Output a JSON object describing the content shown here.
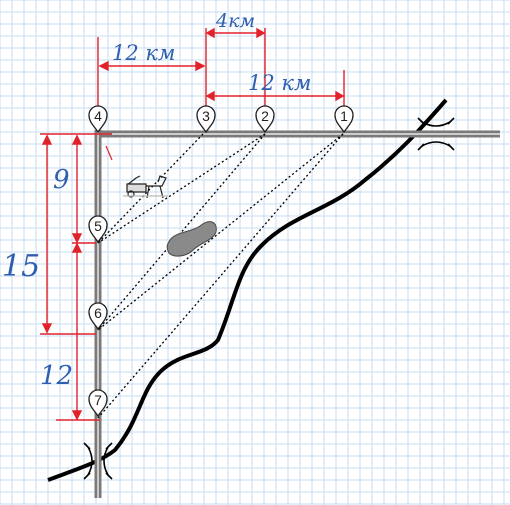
{
  "colors": {
    "grid": "#c9dcf2",
    "road": "#7a7a7a",
    "road_center": "#ffffff",
    "river": "#000000",
    "measure": "#e2222a",
    "measure_text": "#2f5fb0",
    "vertical_text": "#c8223a",
    "marker_fill": "#ffffff",
    "marker_stroke": "#222222",
    "lake": "#8a8a8a"
  },
  "markers": [
    {
      "id": "1",
      "label": "1"
    },
    {
      "id": "2",
      "label": "2"
    },
    {
      "id": "3",
      "label": "3"
    },
    {
      "id": "4",
      "label": "4"
    },
    {
      "id": "5",
      "label": "5"
    },
    {
      "id": "6",
      "label": "6"
    },
    {
      "id": "7",
      "label": "7"
    }
  ],
  "measurements": {
    "top_left_distance": "12 км",
    "top_small_distance": "4км",
    "top_right_distance": "12 км",
    "left_upper": "9",
    "left_total": "15",
    "left_lower": "12"
  },
  "icons": [
    "horse-cart-icon",
    "lake-icon",
    "bridge-icon"
  ]
}
